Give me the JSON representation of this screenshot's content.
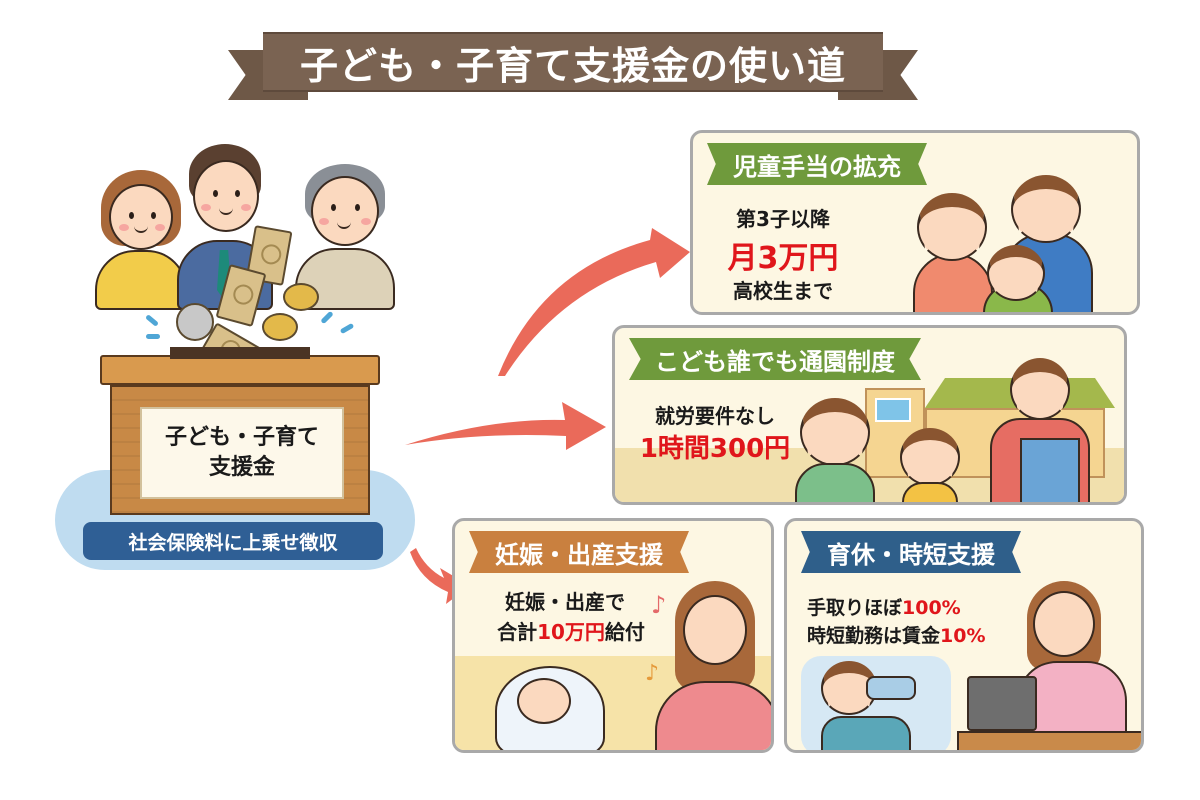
{
  "title": "子ども・子育て支援金の使い道",
  "funding": {
    "box_label_line1": "子ども・子育て",
    "box_label_line2": "支援金",
    "levy_label": "社会保険料に上乗せ徴収",
    "contributors": [
      "woman",
      "businessman",
      "elderly-man"
    ]
  },
  "cards": [
    {
      "id": "allowance",
      "heading": "児童手当の拡充",
      "heading_color": "#6f9a3c",
      "line1": "第3子以降",
      "line2_highlight": "月3万円",
      "line3": "高校生まで"
    },
    {
      "id": "daycare",
      "heading": "こども誰でも通園制度",
      "heading_color": "#6f9a3c",
      "line1": "就労要件なし",
      "line2_highlight": "1時間300円"
    },
    {
      "id": "birth",
      "heading": "妊娠・出産支援",
      "heading_color": "#c9803f",
      "line1": "妊娠・出産で",
      "line2_prefix": "合計",
      "line2_highlight": "10万円",
      "line2_suffix": "給付"
    },
    {
      "id": "leave",
      "heading": "育休・時短支援",
      "heading_color": "#2f5f8a",
      "line1_prefix": "手取りほぼ",
      "line1_highlight": "100%",
      "line2_prefix": "時短勤務は賃金",
      "line2_highlight": "10%"
    }
  ],
  "colors": {
    "title_bg": "#7a6352",
    "arrow": "#ea6a5a",
    "card_bg": "#fdf7e3",
    "card_border": "#a9a9a9",
    "highlight_red": "#e0161b",
    "levy_bg": "#2f5f95"
  }
}
